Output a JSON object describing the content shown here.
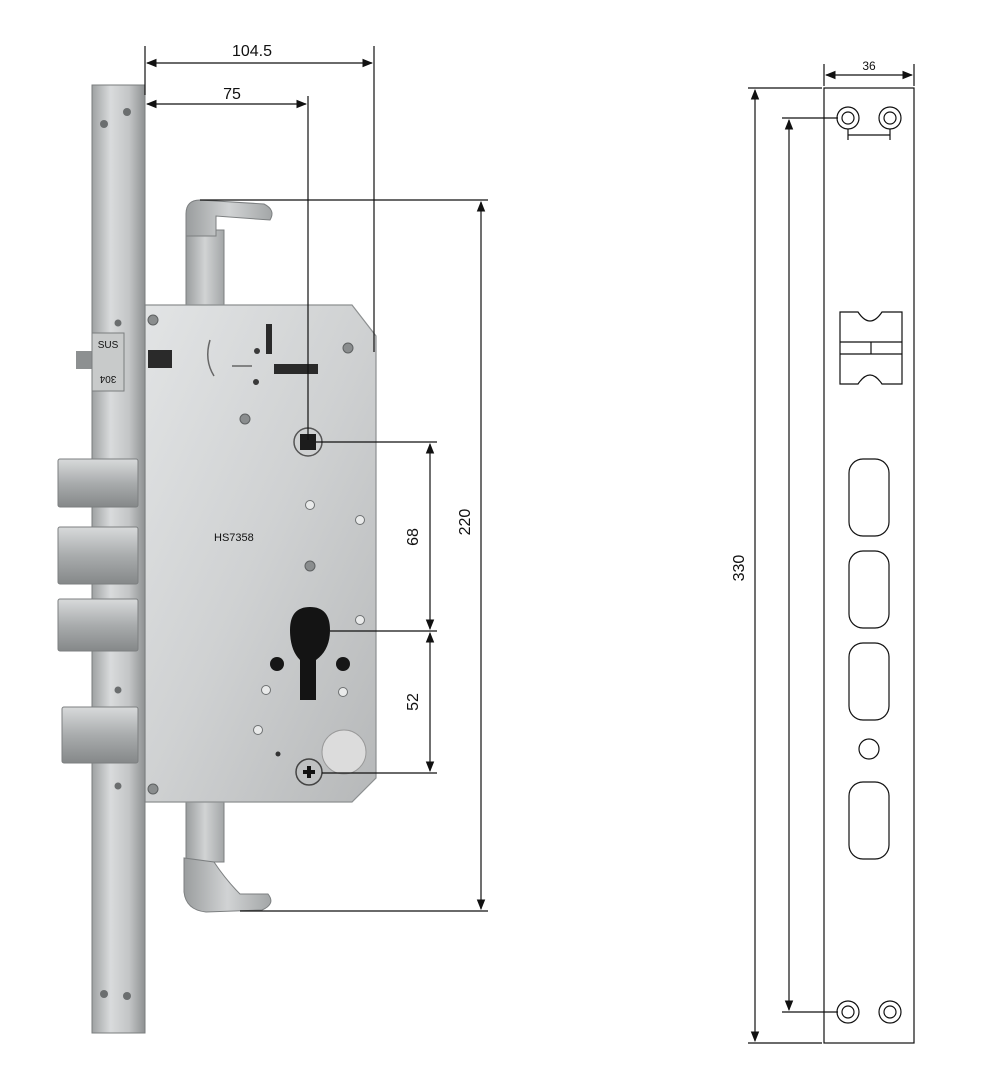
{
  "dimensions": {
    "case_width": "104.5",
    "backset": "75",
    "spindle_to_cylinder": "68",
    "cylinder_to_lower_spindle": "52",
    "hook_bolt_span": "220",
    "faceplate_length": "330",
    "faceplate_width": "36"
  },
  "markings": {
    "faceplate_stamp_top": "SUS",
    "faceplate_stamp_bottom": "304",
    "model_number": "HS7358"
  },
  "colors": {
    "steel_light": "#d4d6d7",
    "steel_mid": "#b9bbbc",
    "steel_dark": "#8f9293",
    "line": "#111111"
  }
}
